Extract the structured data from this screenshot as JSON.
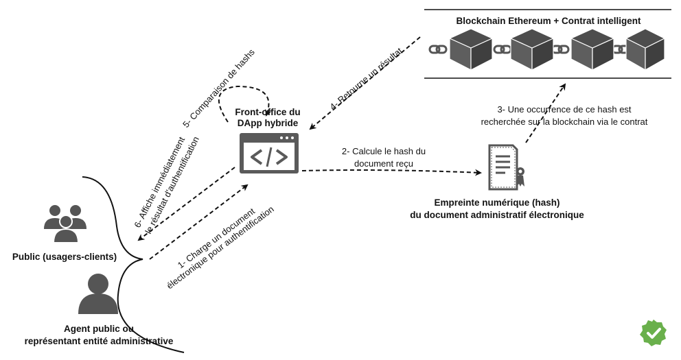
{
  "blockchain": {
    "title": "Blockchain Ethereum + Contrat intelligent"
  },
  "frontoffice": {
    "title_line1": "Front-office du",
    "title_line2": "DApp hybride"
  },
  "hash_doc": {
    "label_line1": "Empreinte numérique (hash)",
    "label_line2": "du document administratif électronique"
  },
  "actors": {
    "public_label": "Public (usagers-clients)",
    "agent_label_line1": "Agent public ou",
    "agent_label_line2": "représentant entité administrative"
  },
  "steps": {
    "step1_line1": "1- Charge un document",
    "step1_line2": "électronique pour authentification",
    "step2_line1": "2- Calcule le hash du",
    "step2_line2": "document reçu",
    "step3_line1": "3- Une occurrence de ce hash est",
    "step3_line2": "recherchée sur la blockchain via le contrat",
    "step4": "4- Retourne un résultat",
    "step5": "5- Comparaison de hashs",
    "step6_line1": "6- Affiche immédiatement",
    "step6_line2": "le résultat d'authentification"
  },
  "colors": {
    "ink": "#111111",
    "icon_gray": "#595959",
    "badge_green": "#6ab04c"
  },
  "icons": [
    "blockchain-cube-icon",
    "chain-link-icon",
    "code-window-icon",
    "certificate-document-icon",
    "users-group-icon",
    "user-icon",
    "verified-badge-icon"
  ]
}
